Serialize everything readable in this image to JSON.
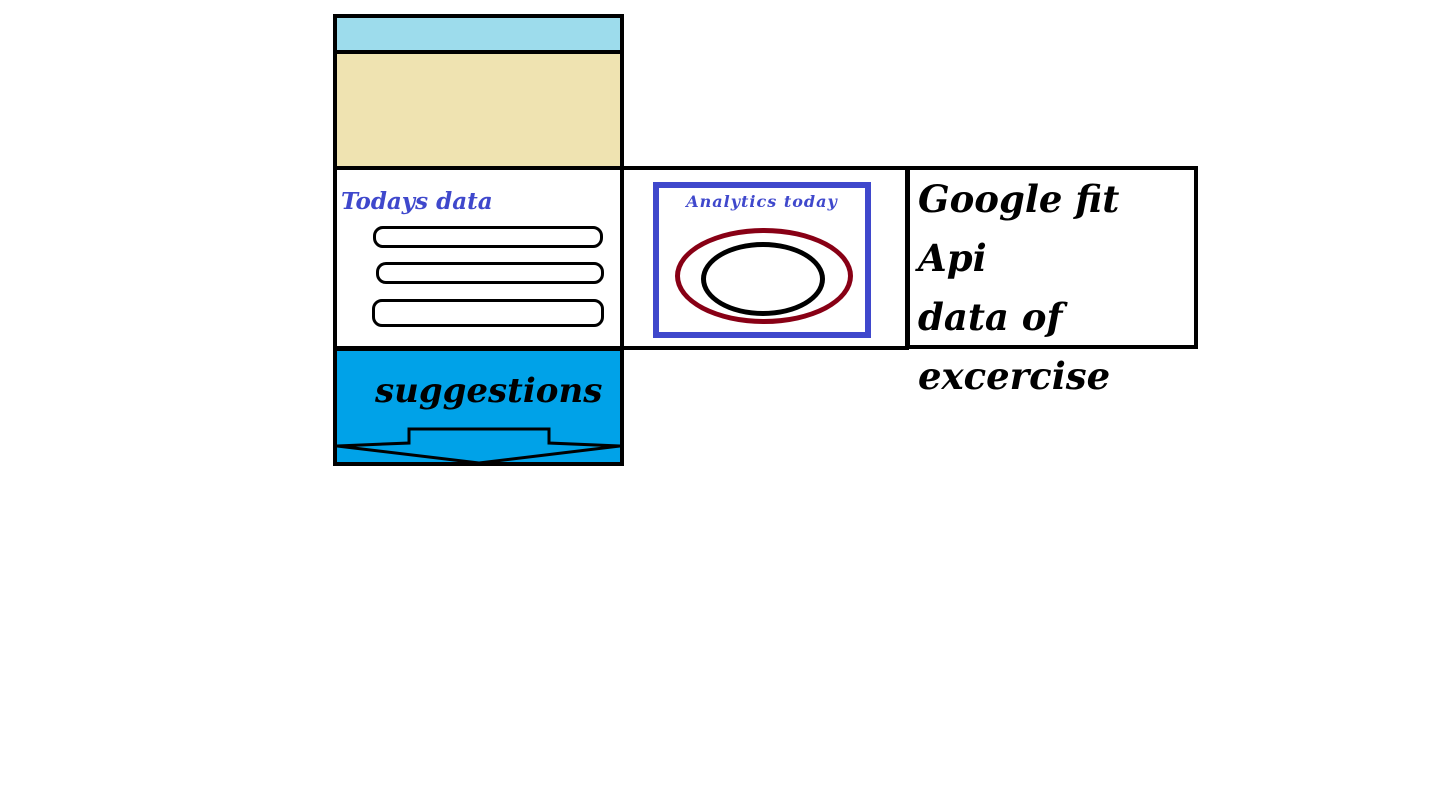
{
  "phone_header": {
    "status_bar_color": "#9ddcec",
    "body_color": "#efe3b1"
  },
  "today": {
    "title": "Todays data",
    "rows": 3
  },
  "analytics": {
    "title": "Analytics today",
    "outer_ring_color": "#880015",
    "inner_ring_color": "#000000"
  },
  "google_fit": {
    "line1": "Google fit Api",
    "line2": "data of",
    "line3": "excercise"
  },
  "suggestions": {
    "label": "suggestions",
    "icon": "down-arrow-icon",
    "color": "#00a2e8"
  },
  "colors": {
    "accent_blue": "#3f48cc"
  }
}
